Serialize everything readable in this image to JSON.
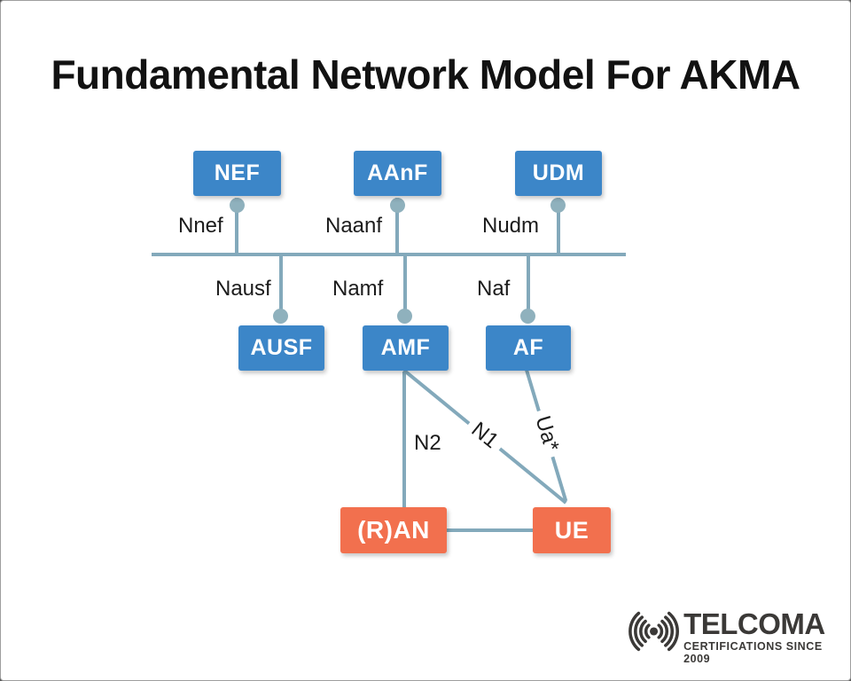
{
  "title": "Fundamental Network Model For AKMA",
  "colors": {
    "node_blue": "#3C86C8",
    "node_orange": "#F2704E",
    "line": "#83A9BB",
    "dot": "#8FB1BD",
    "text": "#1B1B1B",
    "logo": "#3B3937"
  },
  "nodes": [
    {
      "id": "nef",
      "label": "NEF",
      "type": "network-function"
    },
    {
      "id": "aanf",
      "label": "AAnF",
      "type": "network-function"
    },
    {
      "id": "udm",
      "label": "UDM",
      "type": "network-function"
    },
    {
      "id": "ausf",
      "label": "AUSF",
      "type": "network-function"
    },
    {
      "id": "amf",
      "label": "AMF",
      "type": "network-function"
    },
    {
      "id": "af",
      "label": "AF",
      "type": "network-function"
    },
    {
      "id": "ran",
      "label": "(R)AN",
      "type": "access-node"
    },
    {
      "id": "ue",
      "label": "UE",
      "type": "access-node"
    }
  ],
  "interfaces": [
    {
      "id": "nnef",
      "label": "Nnef",
      "connects": "NEF-bus"
    },
    {
      "id": "naanf",
      "label": "Naanf",
      "connects": "AAnF-bus"
    },
    {
      "id": "nudm",
      "label": "Nudm",
      "connects": "UDM-bus"
    },
    {
      "id": "nausf",
      "label": "Nausf",
      "connects": "AUSF-bus"
    },
    {
      "id": "namf",
      "label": "Namf",
      "connects": "AMF-bus"
    },
    {
      "id": "naf",
      "label": "Naf",
      "connects": "AF-bus"
    },
    {
      "id": "n2",
      "label": "N2",
      "connects": "AMF-(R)AN"
    },
    {
      "id": "n1",
      "label": "N1",
      "connects": "AMF-UE"
    },
    {
      "id": "ua",
      "label": "Ua*",
      "connects": "AF-UE"
    }
  ],
  "logo": {
    "brand": "TELCOMA",
    "tagline": "CERTIFICATIONS SINCE 2009"
  }
}
